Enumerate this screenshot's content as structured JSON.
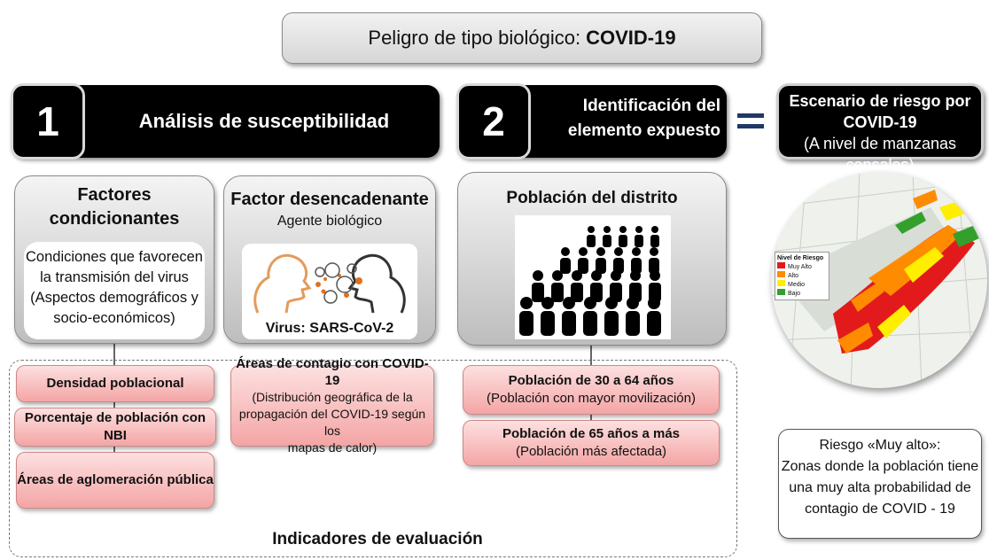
{
  "title": {
    "prefix": "Peligro de tipo biológico:",
    "bold": "COVID-19"
  },
  "step1": {
    "number": "1",
    "label": "Análisis de susceptibilidad"
  },
  "step2": {
    "number": "2",
    "label_line1": "Identificación del",
    "label_line2": "elemento expuesto"
  },
  "equals": "=",
  "scenario": {
    "line1": "Escenario de riesgo por",
    "line2": "COVID-19",
    "line3": "(A nivel de manzanas censales)"
  },
  "factores": {
    "title_line1": "Factores",
    "title_line2": "condicionantes",
    "desc": [
      "Condiciones que favorecen",
      "la transmisión del virus",
      "(Aspectos demográficos y",
      "socio-económicos)"
    ]
  },
  "desencadenante": {
    "title": "Factor desencadenante",
    "subtitle": "Agente biológico",
    "virus_label": "Virus: SARS-CoV-2"
  },
  "poblacion": {
    "title": "Población del distrito"
  },
  "indicators_left": [
    "Densidad poblacional",
    "Porcentaje de población con NBI",
    "Áreas de aglomeración pública"
  ],
  "indicator_middle": {
    "bold": "Áreas de contagio con COVID-19",
    "detail": [
      "(Distribución geográfica de la",
      "propagación del COVID-19 según los",
      "mapas de calor)"
    ]
  },
  "indicators_right": [
    {
      "bold": "Población de 30 a 64 años",
      "detail": "(Población con mayor movilización)"
    },
    {
      "bold": "Población de 65 años a más",
      "detail": "(Población más afectada)"
    }
  ],
  "indicadores_label": "Indicadores de evaluación",
  "legend": {
    "title": "Nivel de Riesgo",
    "items": [
      {
        "label": "Muy Alto",
        "color": "#e31a1c"
      },
      {
        "label": "Alto",
        "color": "#ff8c00"
      },
      {
        "label": "Medio",
        "color": "#ffee00"
      },
      {
        "label": "Bajo",
        "color": "#33a02c"
      }
    ]
  },
  "risk": {
    "line1": "Riesgo «Muy alto»:",
    "line2": "Zonas donde la población tiene",
    "line3": "una muy alta probabilidad de",
    "line4": "contagio de COVID - 19"
  },
  "colors": {
    "black": "#000000",
    "pink": "#f4a5a5",
    "navy": "#1f3864",
    "grey": "#bdbdbd"
  }
}
